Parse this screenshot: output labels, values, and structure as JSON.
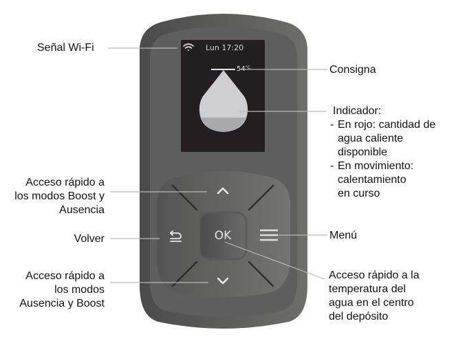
{
  "device": {
    "screen": {
      "day_time": "Lun 17:20",
      "setpoint_value": "54",
      "setpoint_unit": "°C",
      "wifi_icon": "wifi-icon",
      "indicator_icon": "water-drop-icon"
    },
    "buttons": {
      "up_icon": "chevron-up-icon",
      "down_icon": "chevron-down-icon",
      "back_icon": "back-arrow-icon",
      "menu_icon": "hamburger-menu-icon",
      "ok_label": "OK"
    },
    "colors": {
      "body_outer": "#4f4f4f",
      "body_inner": "#5e5e5f",
      "screen_bg": "#231f20",
      "drop_fill": "#cfcfd1",
      "drop_level": "#a9a9ab",
      "keypad": "#646464",
      "leader_line": "#b9b9b9"
    }
  },
  "annotations": {
    "wifi": "Señal Wi-Fi",
    "setpoint": "Consigna",
    "indicator": {
      "title": "Indicador:",
      "items": [
        {
          "bullet": "-",
          "lines": [
            "En rojo: cantidad de",
            "agua caliente",
            "disponible"
          ]
        },
        {
          "bullet": "-",
          "lines": [
            "En movimiento:",
            "calentamiento",
            "en curso"
          ]
        }
      ]
    },
    "up": [
      "Acceso rápido a",
      "los modos Boost y",
      "Ausencia"
    ],
    "back": "Volver",
    "down": [
      "Acceso rápido a",
      "los modos",
      "Ausencia y Boost"
    ],
    "menu": "Menú",
    "ok": [
      "Acceso rápido a la",
      "temperatura del",
      "agua en el centro",
      "del depósito"
    ]
  }
}
